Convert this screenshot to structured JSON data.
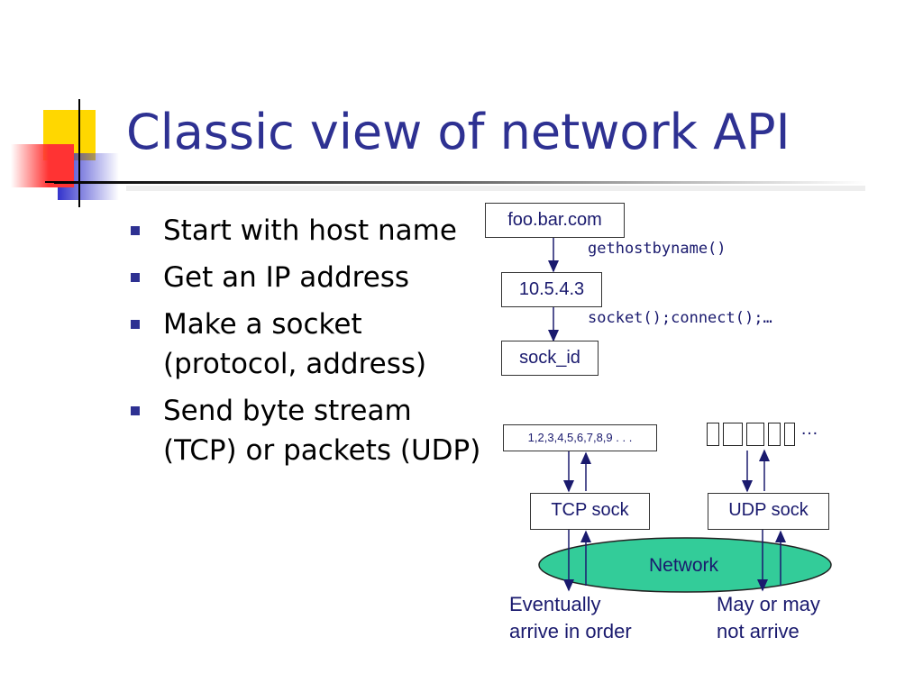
{
  "slide": {
    "title": "Classic view of network API",
    "bullets": [
      {
        "text": "Start with host name"
      },
      {
        "text": "Get an IP address"
      },
      {
        "text": "Make a socket (protocol, address)"
      },
      {
        "text": "Send byte stream (TCP) or packets (UDP)"
      }
    ]
  },
  "diagram": {
    "hostname": "foo.bar.com",
    "call_gethostbyname": "gethostbyname()",
    "ip_address": "10.5.4.3",
    "call_socket_connect": "socket();connect();…",
    "sock_id": "sock_id",
    "byte_stream": "1,2,3,4,5,6,7,8,9 . . .",
    "packets_ellipsis": "…",
    "tcp_sock": "TCP sock",
    "udp_sock": "UDP sock",
    "network": "Network",
    "tcp_note_line1": "Eventually",
    "tcp_note_line2": "arrive in order",
    "udp_note_line1": "May or may",
    "udp_note_line2": "not arrive"
  },
  "colors": {
    "title": "#2e3192",
    "bullet": "#2e3192",
    "network_fill": "#33cc99",
    "logo_yellow": "#ffd700",
    "logo_blue": "#3333cc",
    "logo_red": "#ff3333"
  }
}
